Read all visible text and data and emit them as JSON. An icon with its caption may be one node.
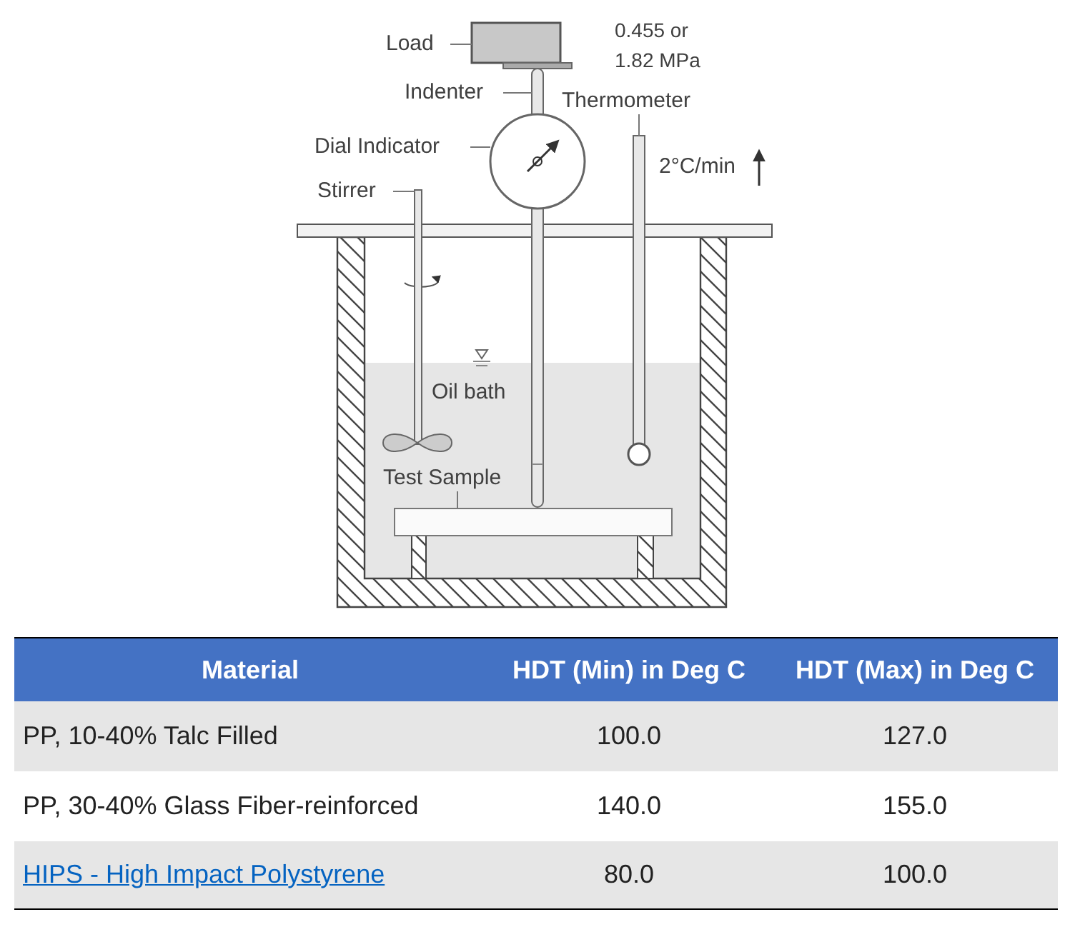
{
  "diagram": {
    "nodes": [
      {
        "text": [
          "Load"
        ]
      },
      {
        "text": [
          "Indenter"
        ]
      },
      {
        "text": [
          "Dial Indicator"
        ]
      },
      {
        "text": [
          "Stirrer"
        ]
      },
      {
        "text": [
          "Thermometer"
        ]
      },
      {
        "text": [
          "Test Sample"
        ]
      },
      {
        "text": [],
        "shape": "box"
      },
      {
        "text": [],
        "shape": "bar"
      },
      {
        "text": [],
        "shape": "circle"
      },
      {
        "text": [],
        "shape": "bar"
      },
      {
        "text": [],
        "shape": "bar"
      },
      {
        "text": [],
        "shape": "bar"
      }
    ],
    "edges": [
      {
        "from": 0,
        "to": 6,
        "arrow": "none"
      },
      {
        "from": 1,
        "to": 7,
        "arrow": "none"
      },
      {
        "from": 2,
        "to": 8,
        "arrow": "none"
      },
      {
        "from": 3,
        "to": 9,
        "arrow": "none"
      },
      {
        "from": 4,
        "to": 10,
        "arrow": "none"
      },
      {
        "from": 5,
        "to": 11,
        "arrow": "none"
      }
    ],
    "labels": [
      "0.455 or 1.82 MPa",
      "2°C/min",
      "Oil bath",
      "Material",
      "HDT (Min) in Deg C",
      "HDT (Max) in Deg C",
      "PP, 10-40% Talc Filled",
      "100.0",
      "127.0",
      "PP, 30-40% Glass Fiber-reinforced",
      "140.0",
      "155.0",
      "HIPS - High Impact Polystyrene",
      "80.0",
      "100.0"
    ]
  }
}
